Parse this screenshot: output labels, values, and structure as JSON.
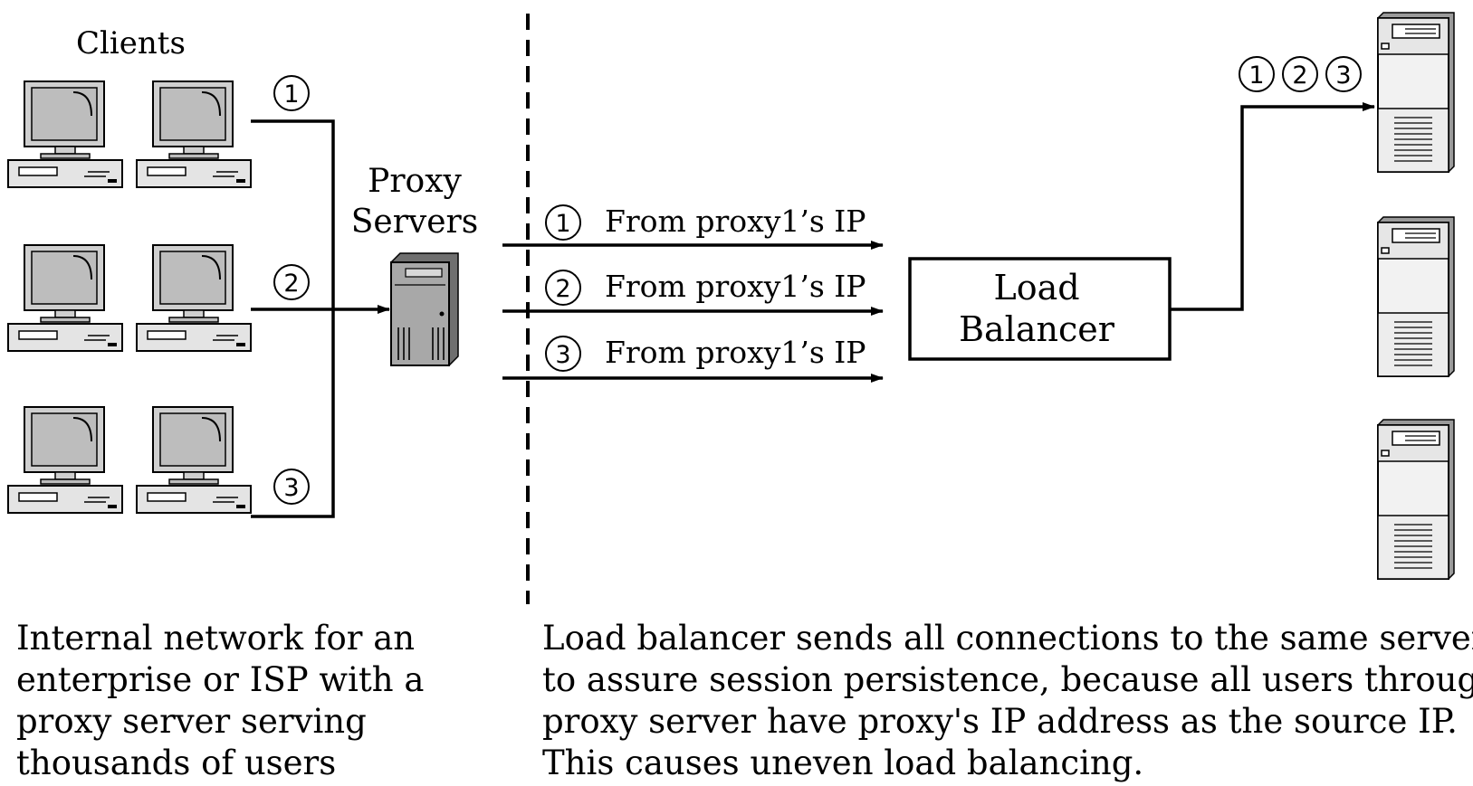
{
  "clients": {
    "title": "Clients"
  },
  "proxy": {
    "title": [
      "Proxy",
      "Servers"
    ]
  },
  "markers": [
    "1",
    "2",
    "3"
  ],
  "flows": [
    {
      "marker": "1",
      "label": "From proxy1’s IP"
    },
    {
      "marker": "2",
      "label": "From proxy1’s IP"
    },
    {
      "marker": "3",
      "label": "From proxy1’s IP"
    }
  ],
  "load_balancer": {
    "lines": [
      "Load",
      "Balancer"
    ]
  },
  "server_markers": [
    "1",
    "2",
    "3"
  ],
  "captions": {
    "left": [
      "Internal network for an",
      "enterprise or ISP with a",
      "proxy server serving",
      "thousands of users"
    ],
    "right": [
      "Load balancer sends all connections to the same server",
      "to assure session persistence, because all users through",
      "proxy server have proxy's IP address as the source IP.",
      "This causes uneven load balancing."
    ]
  }
}
